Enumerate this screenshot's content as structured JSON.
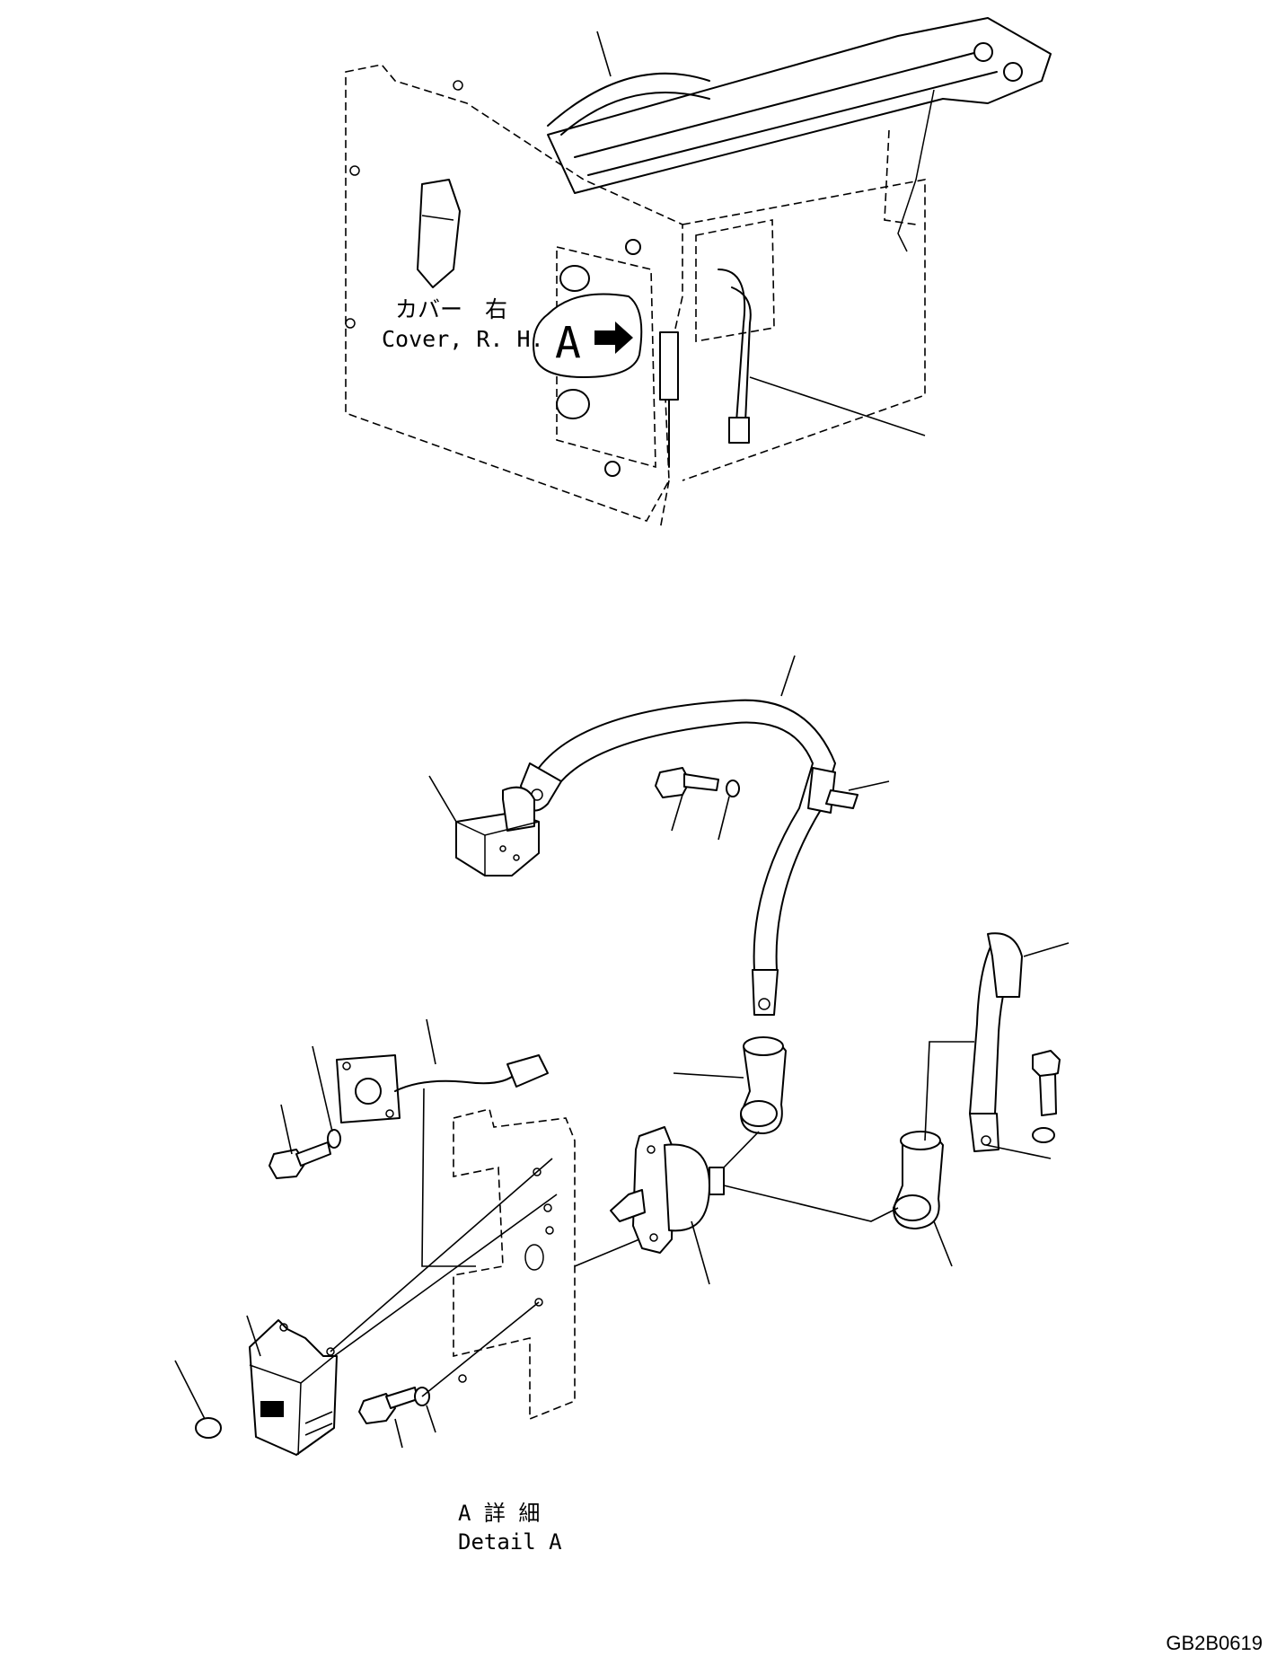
{
  "callout_top": {
    "label_jp": "カバー　右",
    "label_en": "Cover, R. H.",
    "detail_marker": "A"
  },
  "detail": {
    "label_jp": "A 詳 細",
    "label_en": "Detail A"
  },
  "drawing_code": "GB2B0619"
}
